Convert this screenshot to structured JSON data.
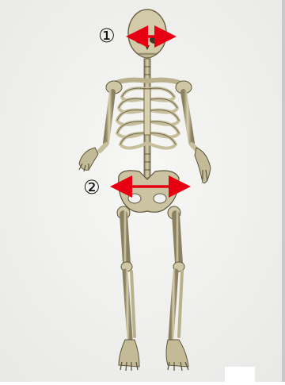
{
  "markers": [
    {
      "label": "①",
      "target": "skull-width"
    },
    {
      "label": "②",
      "target": "pelvis-width"
    }
  ],
  "colors": {
    "background": "#f1f1ef",
    "bone": "#cfc7a6",
    "bone_shadow": "#6e6648",
    "arrow": "#e60012"
  }
}
